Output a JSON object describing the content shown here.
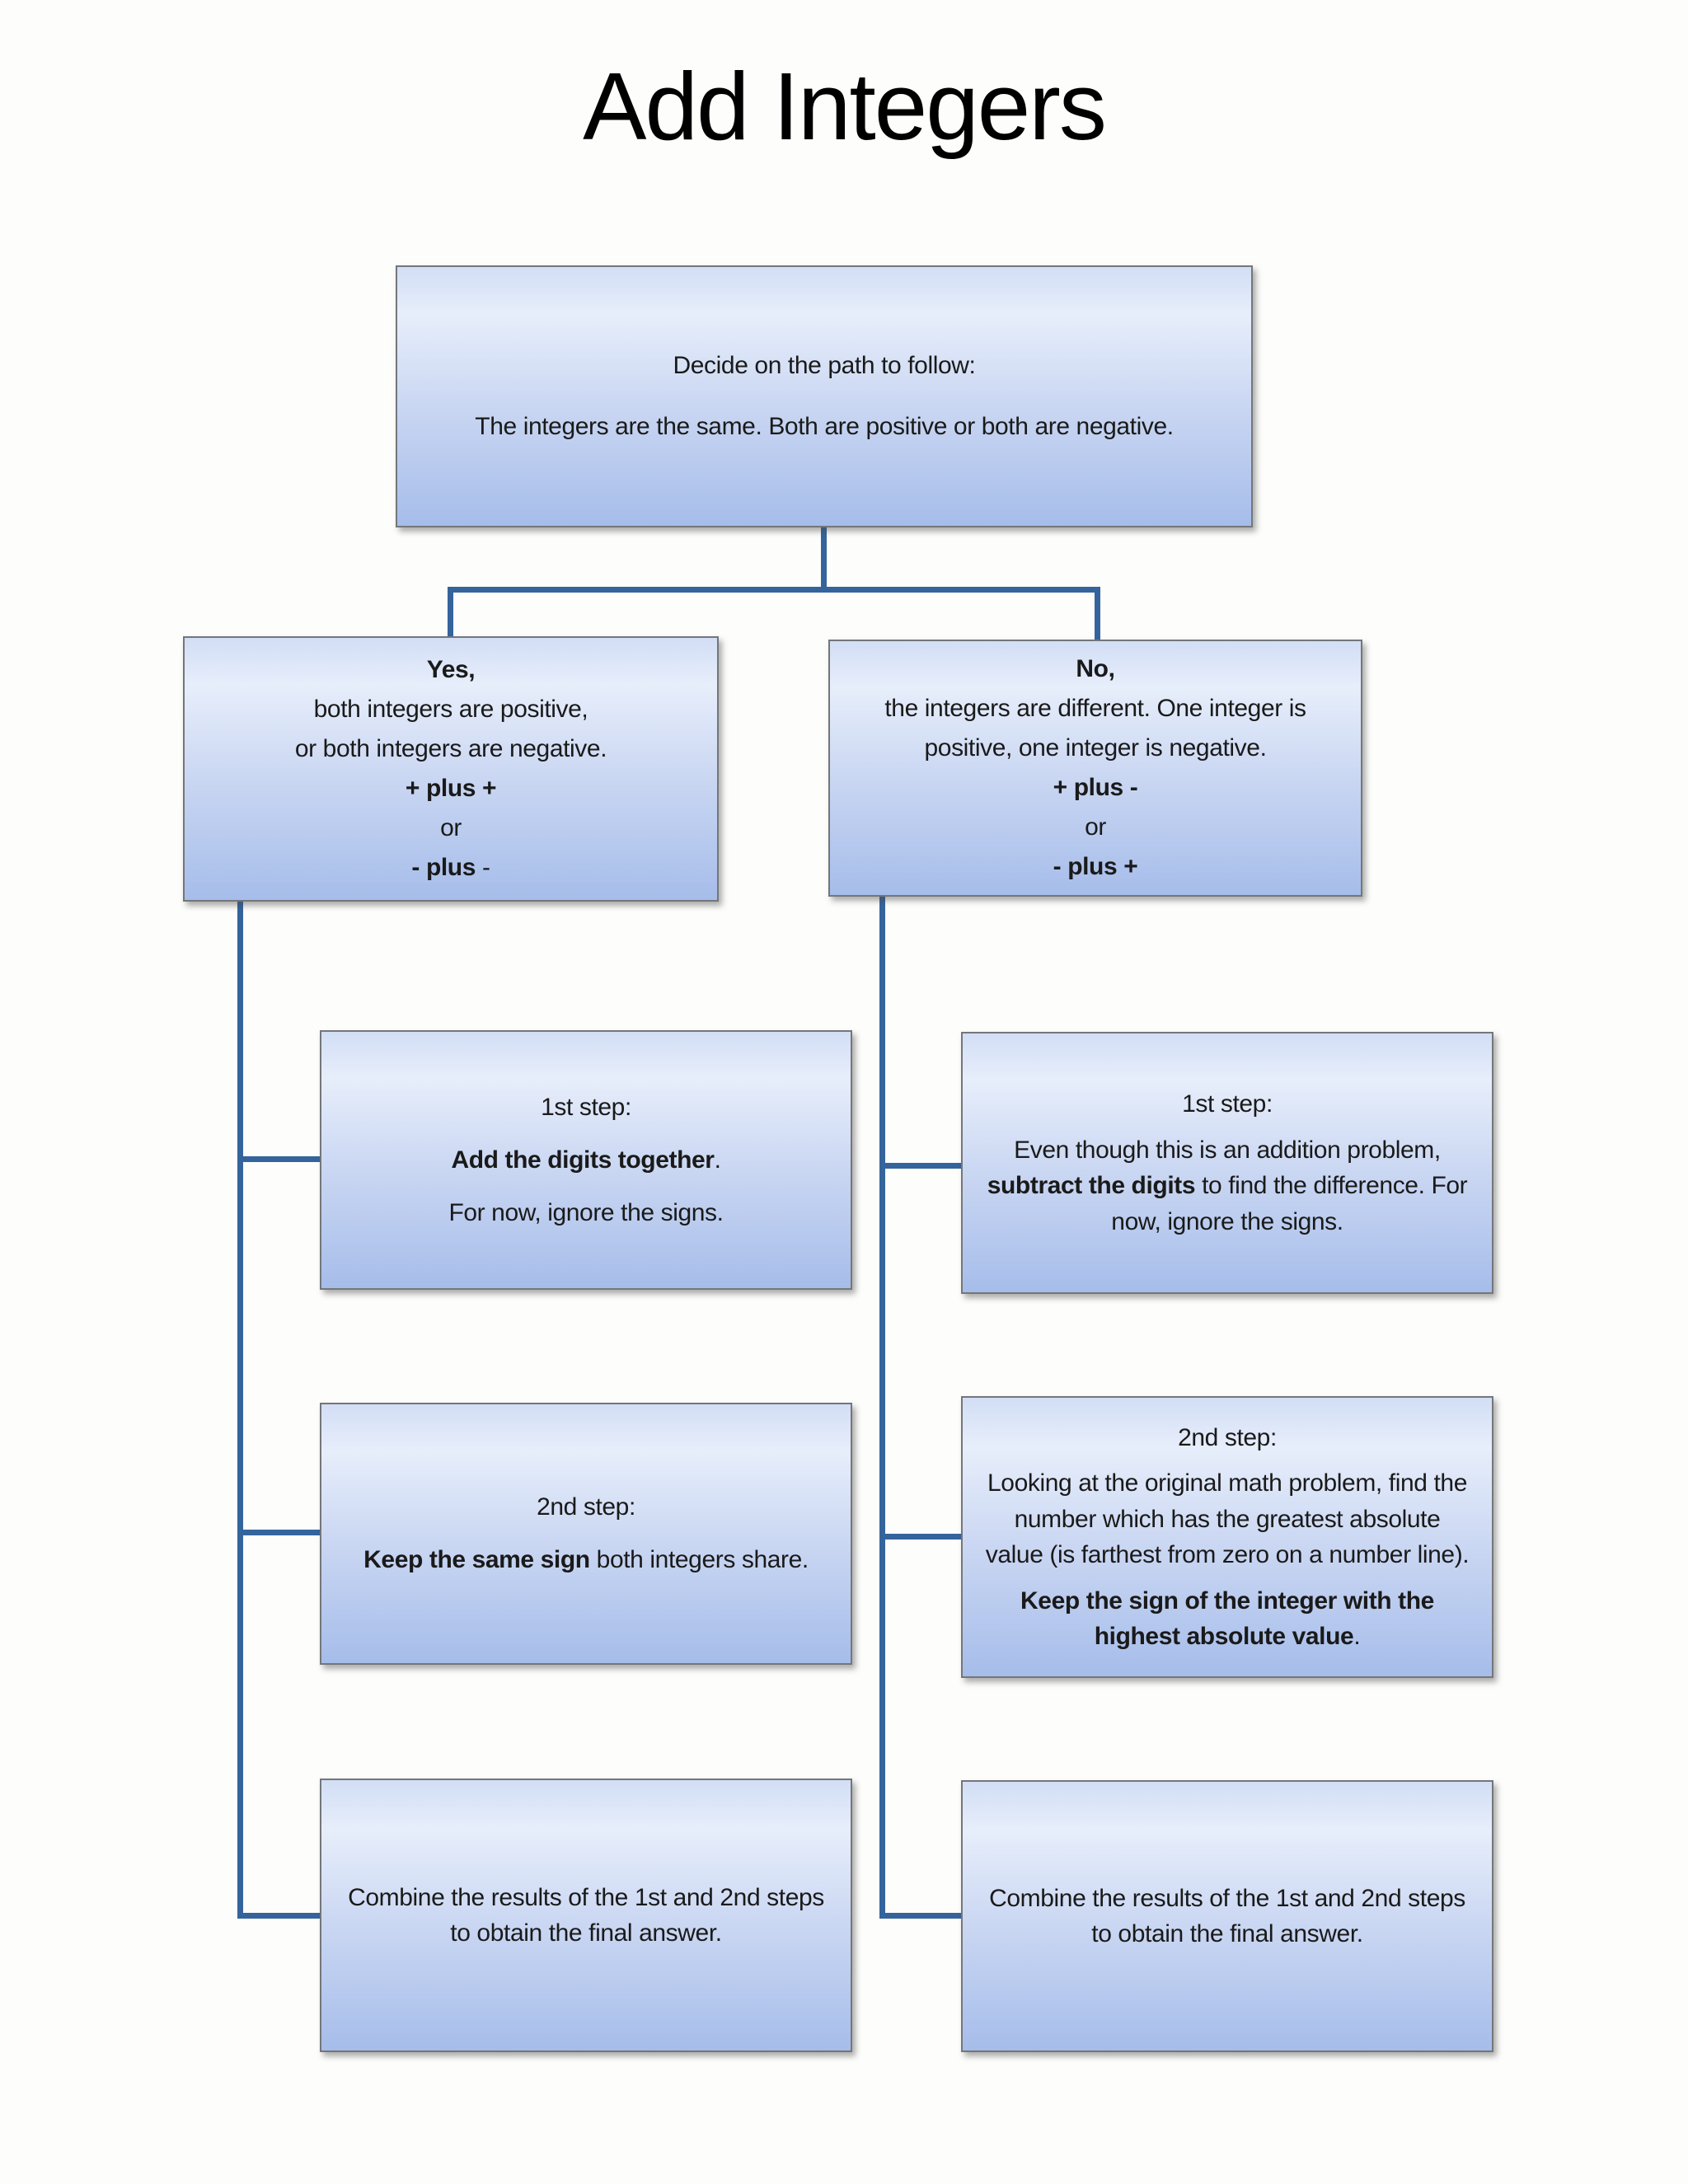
{
  "title": "Add Integers",
  "colors": {
    "connector": "#35649c",
    "box_border": "#74767a",
    "box_gradient_top": "#d2def5",
    "box_gradient_bottom": "#a6bdea",
    "text": "#1a1a1a",
    "background": "#fdfdfb"
  },
  "boxes": {
    "decide": {
      "lines": [
        [
          {
            "t": "Decide on the path to follow:"
          }
        ],
        [
          {
            "t": "The integers are the same. Both are positive or both are negative."
          }
        ]
      ]
    },
    "yes": {
      "lines": [
        [
          {
            "t": "Yes,",
            "b": true
          }
        ],
        [
          {
            "t": "both integers are positive,"
          }
        ],
        [
          {
            "t": "or both integers are negative."
          }
        ],
        [
          {
            "t": "+ plus +",
            "b": true
          }
        ],
        [
          {
            "t": "or"
          }
        ],
        [
          {
            "t": "- plus",
            "b": true
          },
          {
            "t": " -"
          }
        ]
      ]
    },
    "no": {
      "lines": [
        [
          {
            "t": "No,",
            "b": true
          }
        ],
        [
          {
            "t": "the integers are different. One integer is positive, one integer is negative."
          }
        ],
        [
          {
            "t": "+ plus -",
            "b": true
          }
        ],
        [
          {
            "t": "or"
          }
        ],
        [
          {
            "t": "- plus +",
            "b": true
          }
        ]
      ]
    },
    "step1_left": {
      "lines": [
        [
          {
            "t": "1st step:"
          }
        ],
        [
          {
            "t": "Add the digits together",
            "b": true
          },
          {
            "t": "."
          }
        ],
        [
          {
            "t": "For now, ignore the signs."
          }
        ]
      ]
    },
    "step1_right": {
      "lines": [
        [
          {
            "t": "1st step:"
          }
        ],
        [
          {
            "t": "Even though this is an addition problem, "
          },
          {
            "t": "subtract the digits",
            "b": true
          },
          {
            "t": " to find the difference. For now, ignore the signs."
          }
        ]
      ]
    },
    "step2_left": {
      "lines": [
        [
          {
            "t": "2nd step:"
          }
        ],
        [
          {
            "t": "Keep the same sign",
            "b": true
          },
          {
            "t": " both integers share."
          }
        ]
      ]
    },
    "step2_right": {
      "lines": [
        [
          {
            "t": "2nd step:"
          }
        ],
        [
          {
            "t": "Looking at the original math problem, find the number which has the greatest absolute value (is farthest from zero on a number line)."
          }
        ],
        [
          {
            "t": "Keep the sign of the integer with the highest absolute value",
            "b": true
          },
          {
            "t": "."
          }
        ]
      ]
    },
    "final_left": {
      "lines": [
        [
          {
            "t": "Combine the results of the 1st and 2nd steps to obtain the final answer."
          }
        ]
      ]
    },
    "final_right": {
      "lines": [
        [
          {
            "t": "Combine the results of the 1st and 2nd steps to obtain the final answer."
          }
        ]
      ]
    }
  }
}
